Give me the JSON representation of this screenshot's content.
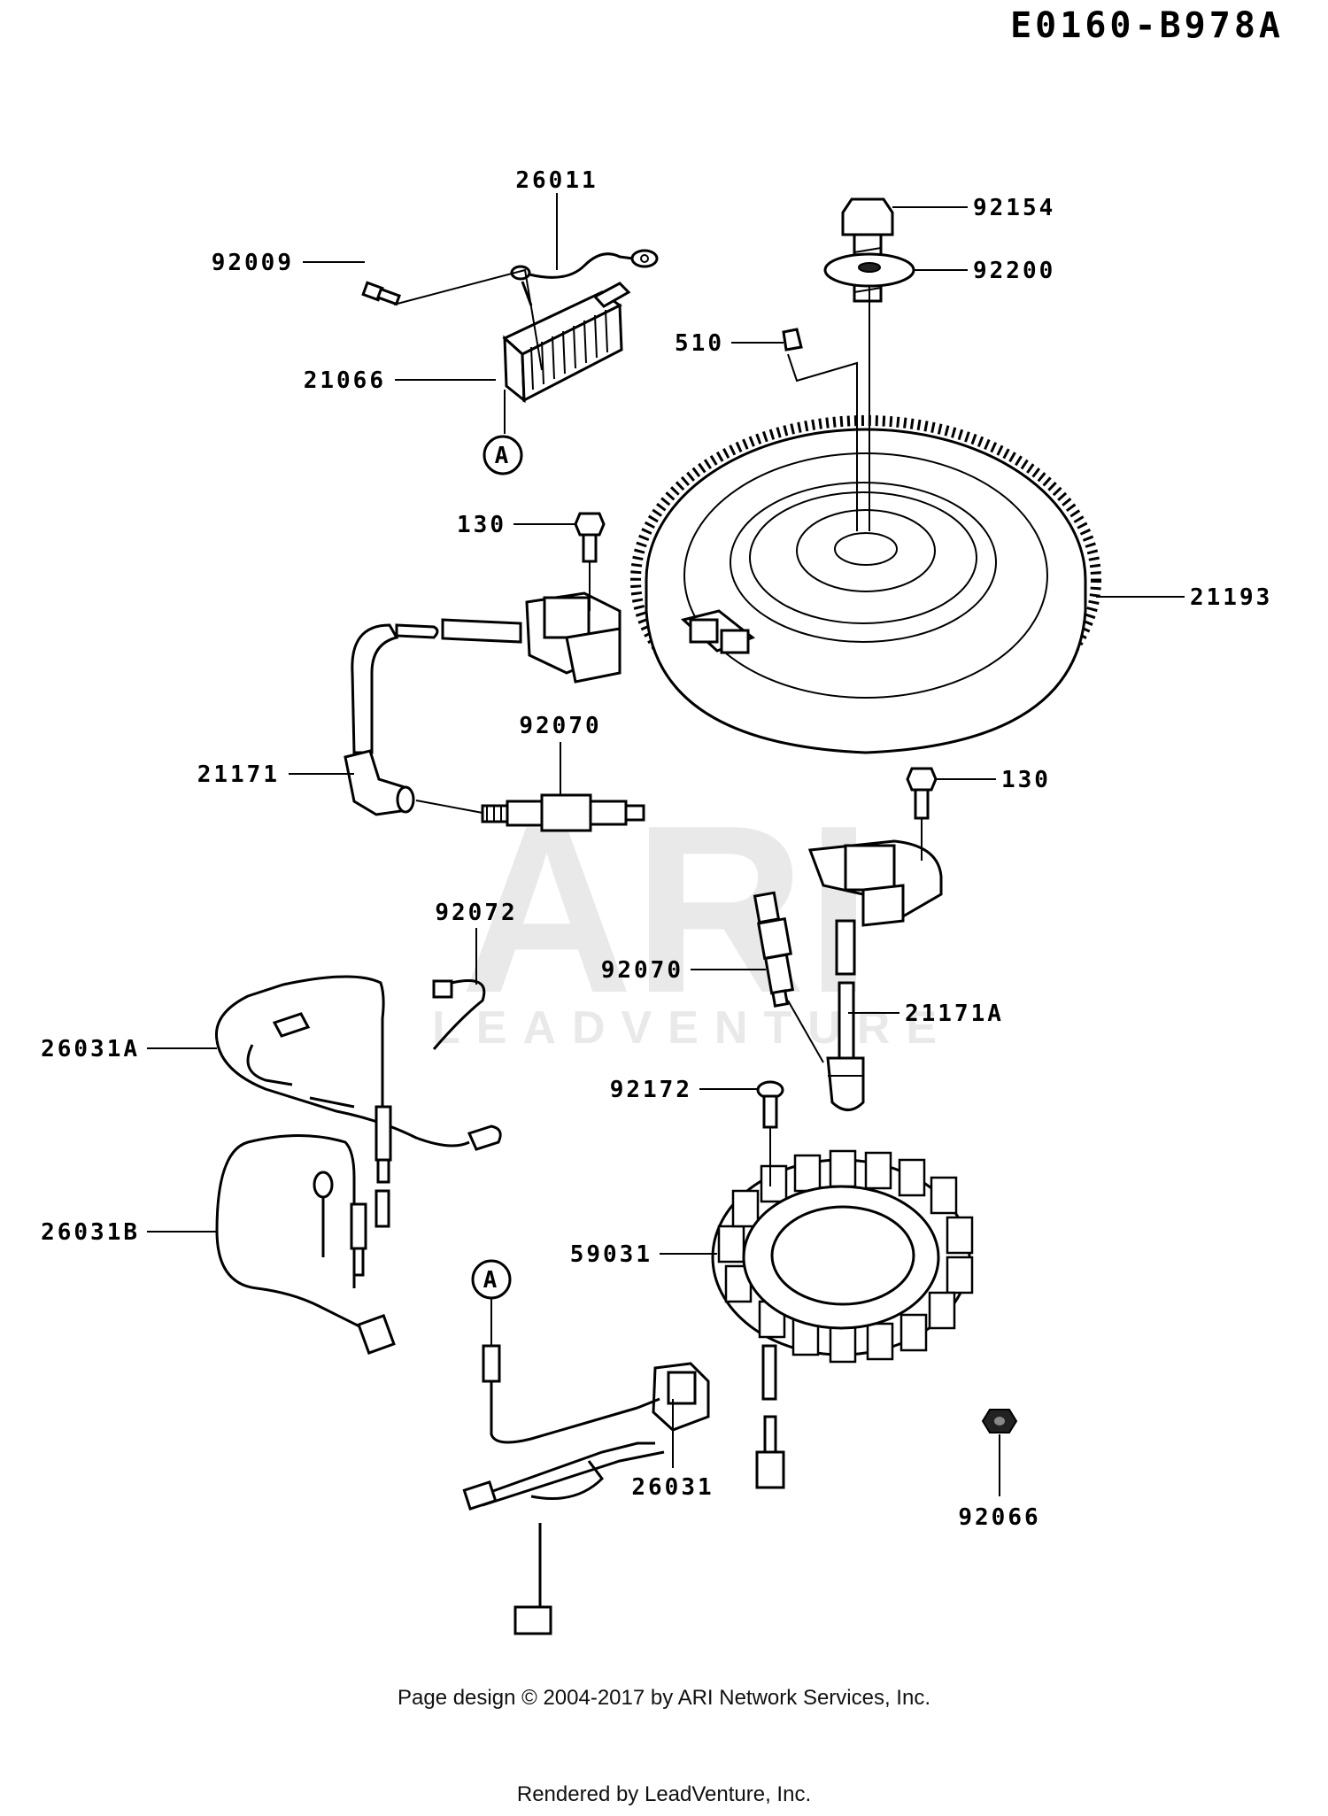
{
  "diagram_code": "E0160-B978A",
  "watermark": {
    "logo": "ARI",
    "brand": "LEADVENTURE"
  },
  "callouts": [
    {
      "id": "c-26011",
      "label": "26011"
    },
    {
      "id": "c-92009",
      "label": "92009"
    },
    {
      "id": "c-21066",
      "label": "21066"
    },
    {
      "id": "c-A-top",
      "label": "A"
    },
    {
      "id": "c-92154",
      "label": "92154"
    },
    {
      "id": "c-92200",
      "label": "92200"
    },
    {
      "id": "c-510",
      "label": "510"
    },
    {
      "id": "c-130-a",
      "label": "130"
    },
    {
      "id": "c-21193",
      "label": "21193"
    },
    {
      "id": "c-92070-a",
      "label": "92070"
    },
    {
      "id": "c-21171",
      "label": "21171"
    },
    {
      "id": "c-130-b",
      "label": "130"
    },
    {
      "id": "c-92072",
      "label": "92072"
    },
    {
      "id": "c-92070-b",
      "label": "92070"
    },
    {
      "id": "c-21171A",
      "label": "21171A"
    },
    {
      "id": "c-26031A",
      "label": "26031A"
    },
    {
      "id": "c-92172",
      "label": "92172"
    },
    {
      "id": "c-26031B",
      "label": "26031B"
    },
    {
      "id": "c-59031",
      "label": "59031"
    },
    {
      "id": "c-A-bottom",
      "label": "A"
    },
    {
      "id": "c-26031",
      "label": "26031"
    },
    {
      "id": "c-92066",
      "label": "92066"
    }
  ],
  "footer": {
    "copyright": "Page design © 2004-2017 by ARI Network Services, Inc.",
    "rendered_by": "Rendered by LeadVenture, Inc."
  }
}
